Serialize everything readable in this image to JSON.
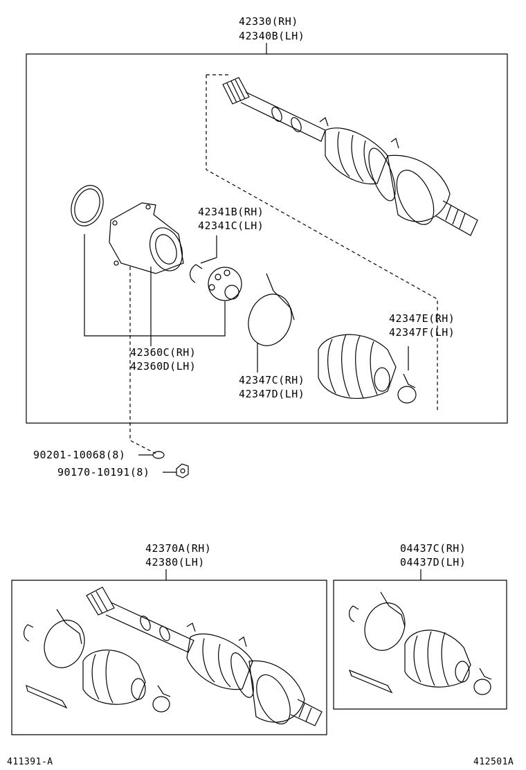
{
  "top_group": {
    "part_rh": "42330(RH)",
    "part_lh": "42340B(LH)"
  },
  "callouts": {
    "clip_rh": "42341B(RH)",
    "clip_lh": "42341C(LH)",
    "joint_rh": "42360C(RH)",
    "joint_lh": "42360D(LH)",
    "band_small_rh": "42347E(RH)",
    "band_small_lh": "42347F(LH)",
    "band_large_rh": "42347C(RH)",
    "band_large_lh": "42347D(LH)",
    "washer": "90201-10068(8)",
    "nut": "90170-10191(8)"
  },
  "bottom_left_group": {
    "part_rh": "42370A(RH)",
    "part_lh": "42380(LH)"
  },
  "bottom_right_group": {
    "part_rh": "04437C(RH)",
    "part_lh": "04437D(LH)"
  },
  "footer": {
    "left_code": "411391-A",
    "right_code": "412501A"
  }
}
